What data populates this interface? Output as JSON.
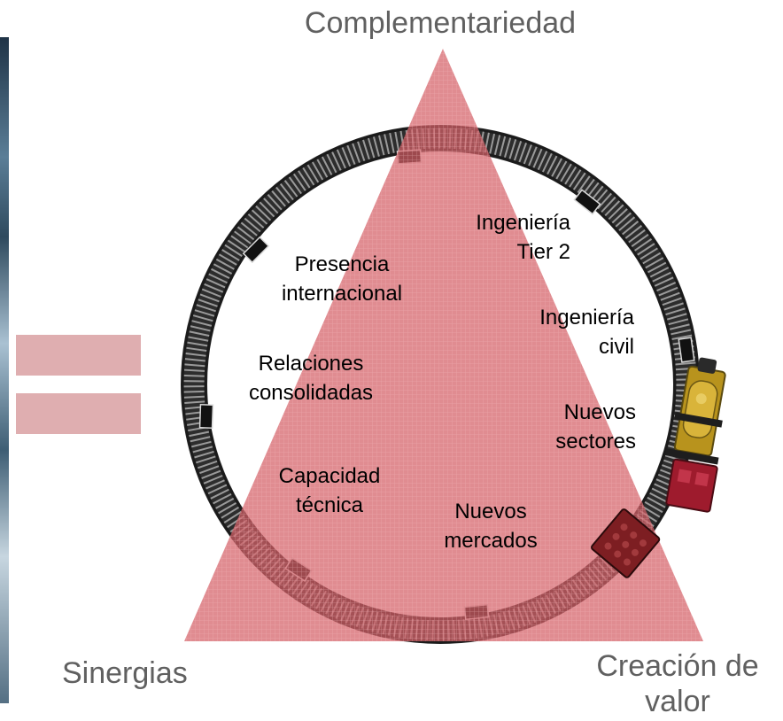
{
  "corners": {
    "top": "Complementariedad",
    "bottom_left": "Sinergias",
    "bottom_right": "Creación de valor"
  },
  "labels": {
    "presencia": [
      "Presencia",
      "internacional"
    ],
    "relaciones": [
      "Relaciones",
      "consolidadas"
    ],
    "capacidad": [
      "Capacidad",
      "técnica"
    ],
    "ingenieria_tier": [
      "Ingeniería",
      "Tier 2"
    ],
    "ingenieria_civil": [
      "Ingeniería",
      "civil"
    ],
    "nuevos_sectores": [
      "Nuevos",
      "sectores"
    ],
    "nuevos_mercados": [
      "Nuevos",
      "mercados"
    ]
  },
  "colors": {
    "triangle_fill": "#d45f67",
    "equals_bars": "#dfaeb0",
    "track": "#2d2d2d",
    "sleepers": "#7a7a7a",
    "train_gold": "#c9a227",
    "train_red": "#9e1b2d",
    "corner_text": "#606060"
  }
}
